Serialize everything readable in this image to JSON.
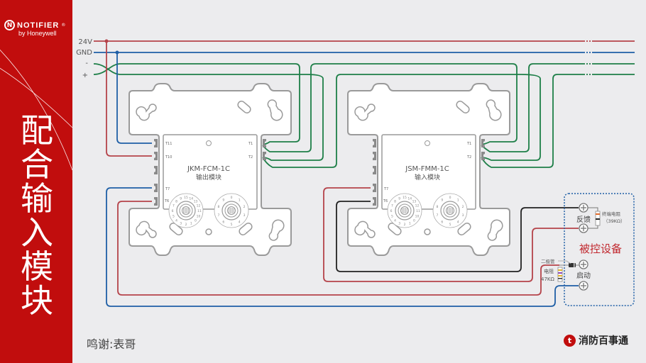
{
  "brand": {
    "logo_letter": "N",
    "name": "NOTIFIER",
    "registered": "®",
    "sub": "by Honeywell"
  },
  "title_chars": [
    "配",
    "合",
    "输",
    "入",
    "模",
    "块"
  ],
  "bus": {
    "labels": [
      "24V",
      "GND",
      "-",
      "+"
    ],
    "colors": {
      "power": "#b5434a",
      "gnd": "#1f5fa6",
      "signal": "#1e7f48",
      "black": "#222222"
    }
  },
  "modules": [
    {
      "model": "JKM-FCM-1C",
      "name": "输出模块",
      "left_terminals": [
        "T11",
        "T10",
        "T7",
        "T6"
      ],
      "right_terminals": [
        "T1",
        "T2"
      ]
    },
    {
      "model": "JSM-FMM-1C",
      "name": "输入模块",
      "left_terminals": [
        "T7",
        "T6"
      ],
      "right_terminals": [
        "T1",
        "T2"
      ]
    }
  ],
  "dial_numbers": {
    "tens": [
      "15",
      "14",
      "13",
      "12",
      "11",
      "10",
      "0",
      "1",
      "2",
      "3",
      "4",
      "5",
      "6",
      "7",
      "8",
      "9"
    ],
    "ones": [
      "0",
      "1",
      "2",
      "3",
      "4",
      "5",
      "6",
      "7",
      "8",
      "9"
    ]
  },
  "device": {
    "title": "被控设备",
    "feedback_label": "反馈",
    "start_label": "启动",
    "eol_resistor_label": "终端电阻",
    "eol_resistor_value": "（39KΩ）",
    "diode_label": "二极管",
    "resistor_label": "电阻",
    "resistor_value": "47KΩ"
  },
  "footer": {
    "credit": "鸣谢:表哥",
    "logo_glyph": "t",
    "brand_name": "消防百事通"
  }
}
